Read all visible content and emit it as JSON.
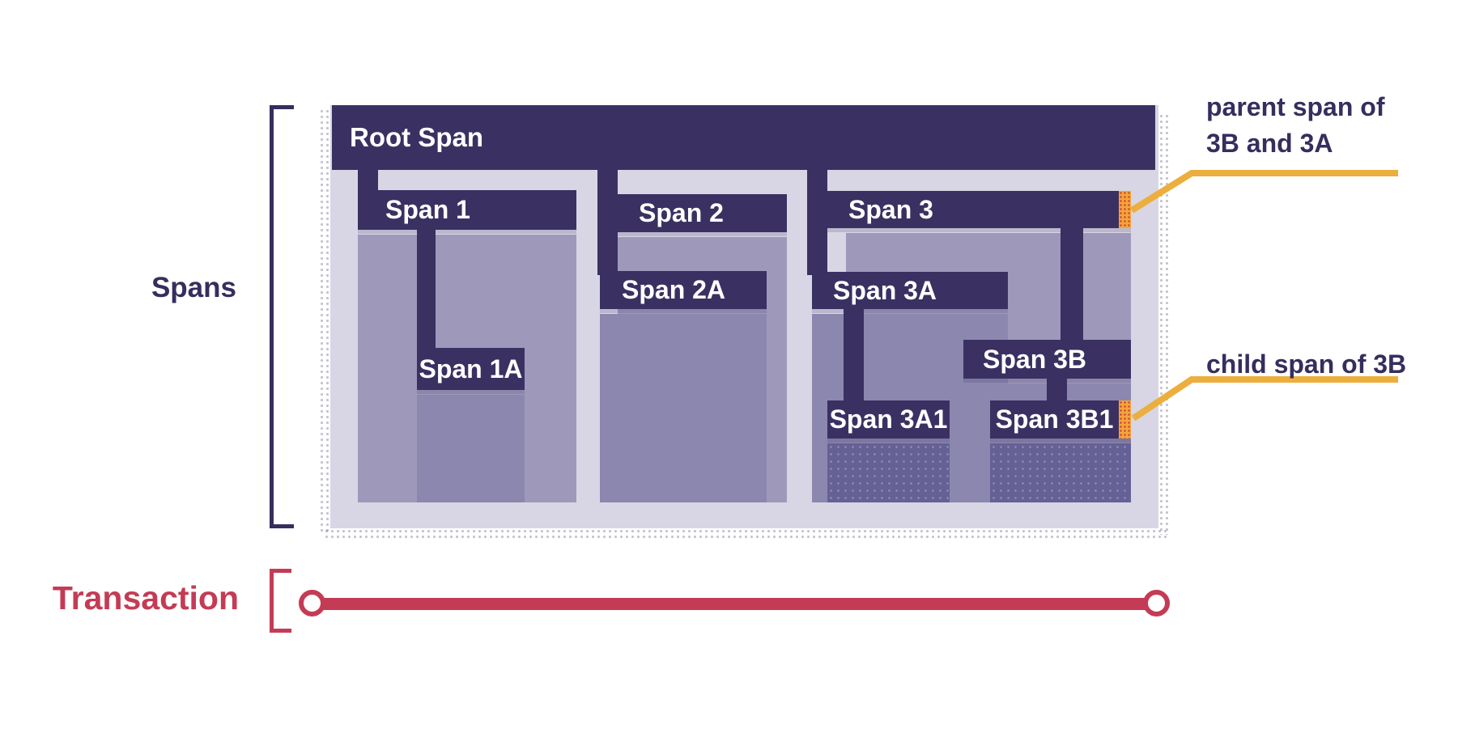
{
  "labels": {
    "spans": "Spans",
    "transaction": "Transaction"
  },
  "annotations": {
    "parent_line1": "parent span of",
    "parent_line2": "3B and 3A",
    "child": "child span of 3B"
  },
  "span_tree": {
    "root": {
      "label": "Root Span",
      "parent": null
    },
    "span1": {
      "label": "Span 1",
      "parent": "root"
    },
    "span1a": {
      "label": "Span 1A",
      "parent": "span1"
    },
    "span2": {
      "label": "Span 2",
      "parent": "root"
    },
    "span2a": {
      "label": "Span 2A",
      "parent": "span2"
    },
    "span3": {
      "label": "Span 3",
      "parent": "root",
      "marker": "parent span of 3B and 3A"
    },
    "span3a": {
      "label": "Span 3A",
      "parent": "span3"
    },
    "span3a1": {
      "label": "Span 3A1",
      "parent": "span3a"
    },
    "span3b": {
      "label": "Span 3B",
      "parent": "span3"
    },
    "span3b1": {
      "label": "Span 3B1",
      "parent": "span3b",
      "marker": "child span of 3B"
    }
  },
  "colors": {
    "span_bar": "#3a3162",
    "panel": "#d8d6e4",
    "region_level1": "#9e99ba",
    "region_level2": "#8c87ae",
    "region_level3": "#656196",
    "marker_orange": "#f4a43b",
    "marker_dot_red": "#cf4c2d",
    "leader_yellow": "#ecae3d",
    "transaction_red": "#c43b55",
    "text_dark": "#352e5e",
    "bar_text": "#ffffff"
  }
}
